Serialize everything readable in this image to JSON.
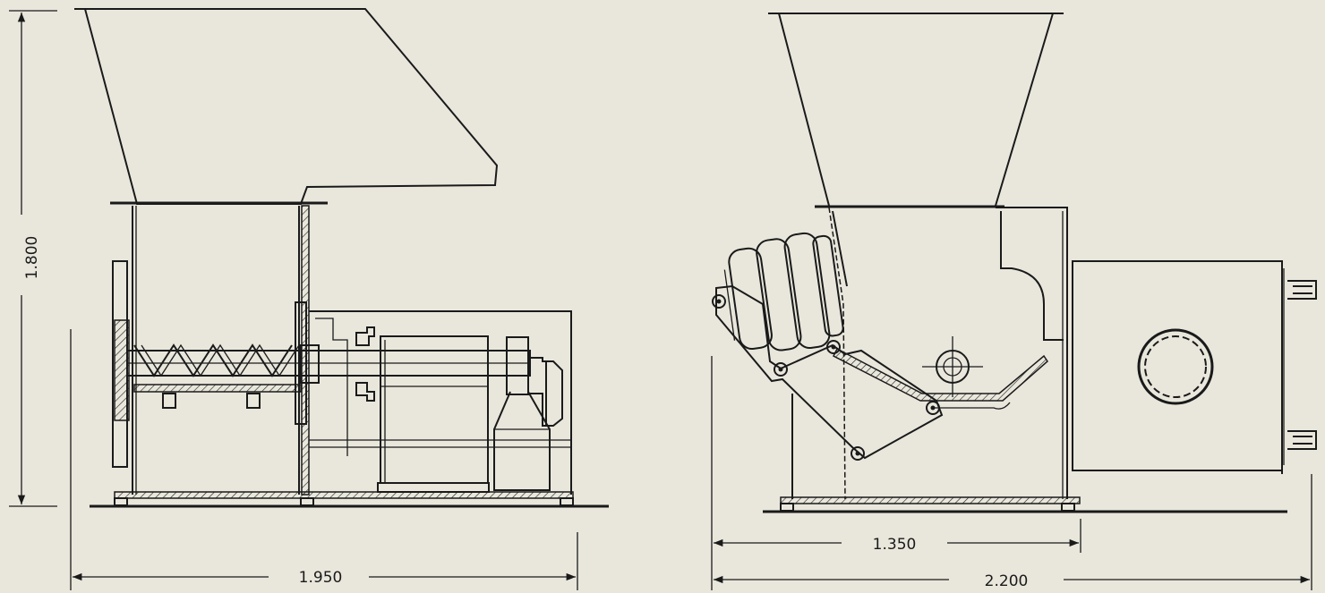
{
  "dimensions": {
    "height": "1.800",
    "width_left": "1.950",
    "width_inner": "1.350",
    "width_overall": "2.200"
  },
  "colors": {
    "background": "#e9e7dc",
    "line": "#1a1a1a"
  }
}
